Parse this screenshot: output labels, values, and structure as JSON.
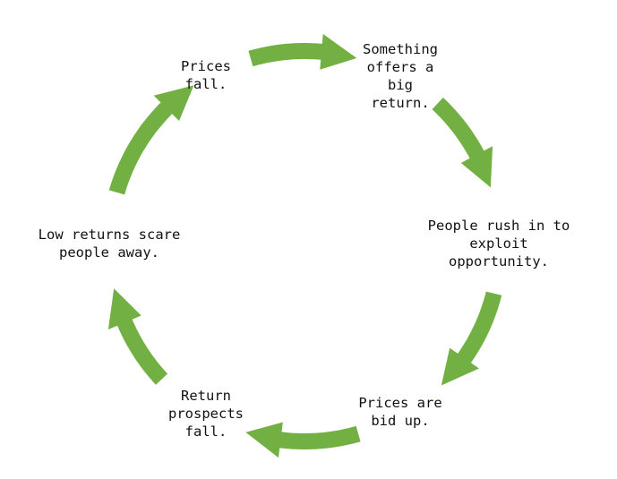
{
  "cycle": {
    "steps": [
      {
        "lines": [
          "Something",
          "offers a",
          "big",
          "return."
        ]
      },
      {
        "lines": [
          "People rush in to",
          "exploit",
          "opportunity."
        ]
      },
      {
        "lines": [
          "Prices are",
          "bid up."
        ]
      },
      {
        "lines": [
          "Return",
          "prospects",
          "fall."
        ]
      },
      {
        "lines": [
          "Low returns scare",
          "people away."
        ]
      },
      {
        "lines": [
          "Prices",
          "fall."
        ]
      }
    ],
    "arrow_color": "#72b043",
    "text_color": "#111111",
    "background_color": "#ffffff"
  }
}
